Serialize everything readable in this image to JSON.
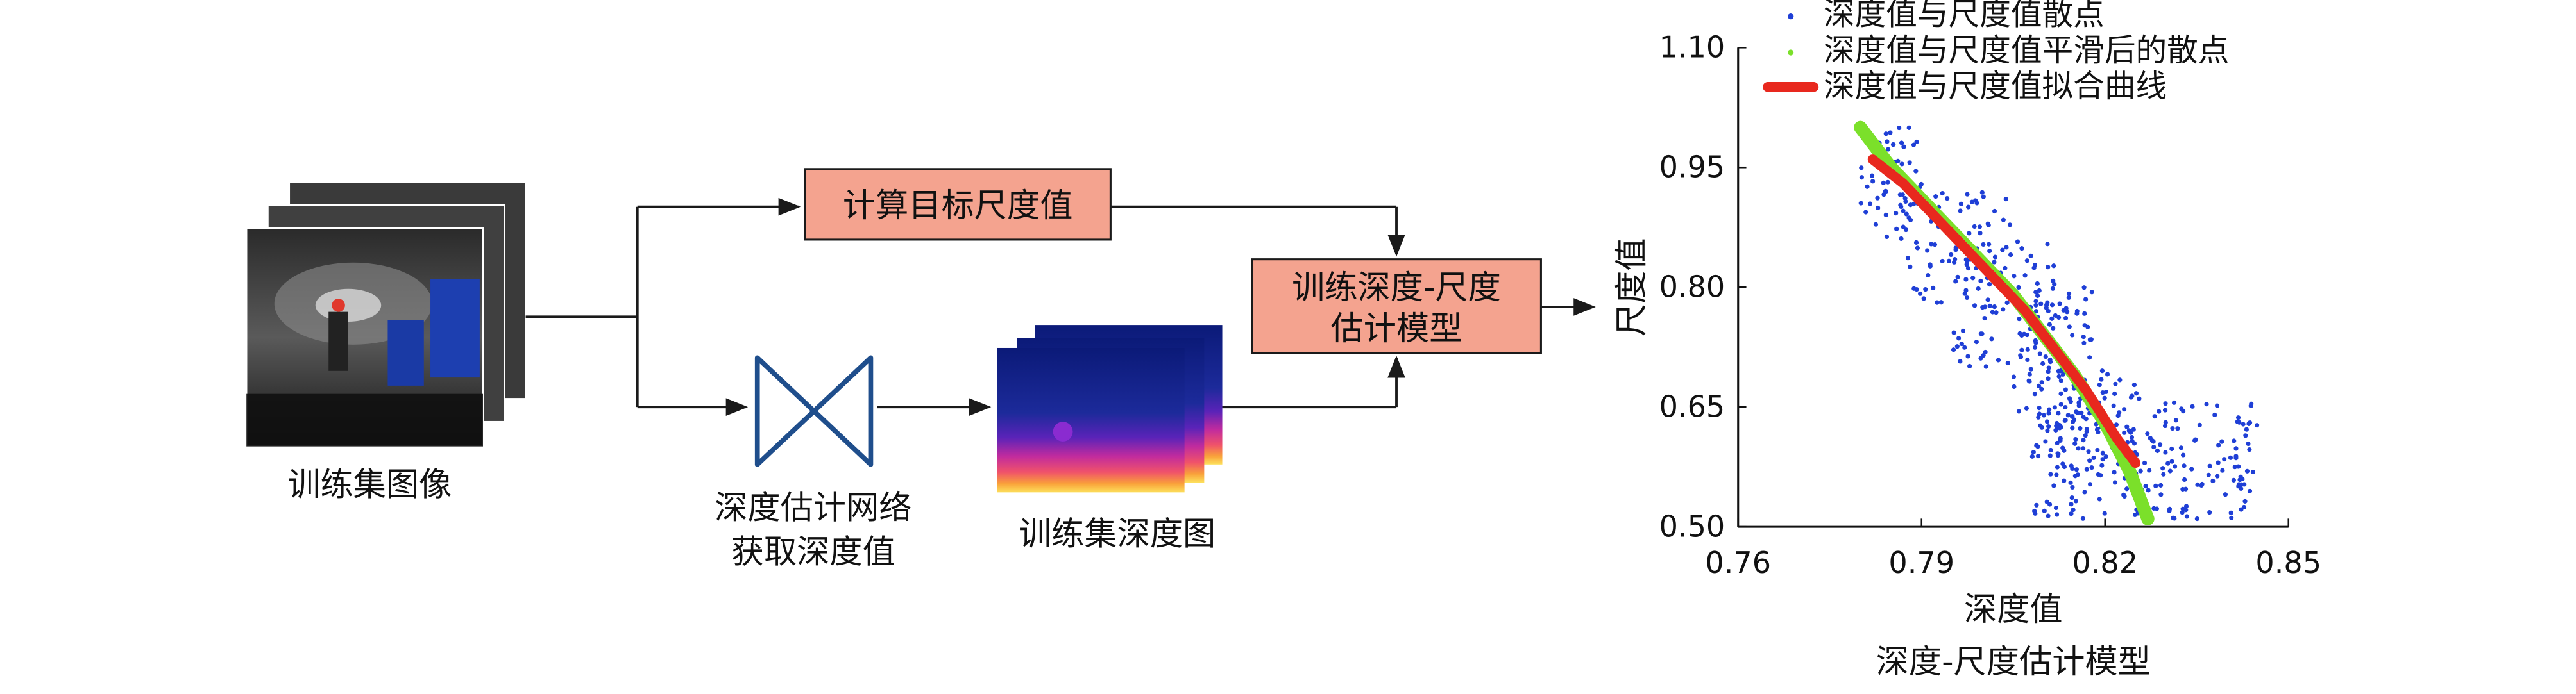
{
  "pipeline": {
    "input_label": "训练集图像",
    "compute_scale_box": "计算目标尺度值",
    "network_caption_line1": "深度估计网络",
    "network_caption_line2": "获取深度值",
    "depth_maps_label": "训练集深度图",
    "train_box_line1": "训练深度-尺度",
    "train_box_line2": "估计模型",
    "colors": {
      "box_fill": "#f4a38f",
      "box_stroke": "#1a1a1a",
      "arrow": "#1a1a1a",
      "network_icon": "#1f4e8c"
    }
  },
  "chart_data": {
    "type": "scatter",
    "title": "深度-尺度估计模型",
    "xlabel": "深度值",
    "ylabel": "尺度值",
    "xlim": [
      0.76,
      0.85
    ],
    "ylim": [
      0.5,
      1.1
    ],
    "xticks": [
      "0.76",
      "0.79",
      "0.82",
      "0.85"
    ],
    "yticks": [
      "0.50",
      "0.65",
      "0.80",
      "0.95",
      "1.10"
    ],
    "legend_position": "top",
    "series": [
      {
        "name": "深度值与尺度值散点",
        "kind": "points",
        "color": "#1f3fd6",
        "clusters": [
          {
            "x": [
              0.78,
              0.79
            ],
            "y": [
              0.86,
              1.0
            ],
            "n": 60
          },
          {
            "x": [
              0.787,
              0.805
            ],
            "y": [
              0.78,
              0.92
            ],
            "n": 80
          },
          {
            "x": [
              0.795,
              0.812
            ],
            "y": [
              0.7,
              0.86
            ],
            "n": 90
          },
          {
            "x": [
              0.805,
              0.818
            ],
            "y": [
              0.62,
              0.8
            ],
            "n": 90
          },
          {
            "x": [
              0.812,
              0.826
            ],
            "y": [
              0.56,
              0.7
            ],
            "n": 70
          },
          {
            "x": [
              0.808,
              0.845
            ],
            "y": [
              0.51,
              0.66
            ],
            "n": 220
          }
        ]
      },
      {
        "name": "深度值与尺度值平滑后的散点",
        "kind": "smooth",
        "color": "#7be02a",
        "x": [
          0.78,
          0.785,
          0.79,
          0.795,
          0.8,
          0.805,
          0.81,
          0.815,
          0.82,
          0.824,
          0.827
        ],
        "y": [
          1.0,
          0.95,
          0.91,
          0.87,
          0.83,
          0.79,
          0.74,
          0.69,
          0.63,
          0.57,
          0.51
        ]
      },
      {
        "name": "深度值与尺度值拟合曲线",
        "kind": "line",
        "color": "#e8281e",
        "x": [
          0.782,
          0.787,
          0.792,
          0.797,
          0.802,
          0.807,
          0.812,
          0.817,
          0.822,
          0.825
        ],
        "y": [
          0.96,
          0.93,
          0.89,
          0.85,
          0.81,
          0.77,
          0.72,
          0.67,
          0.61,
          0.58
        ]
      }
    ]
  }
}
